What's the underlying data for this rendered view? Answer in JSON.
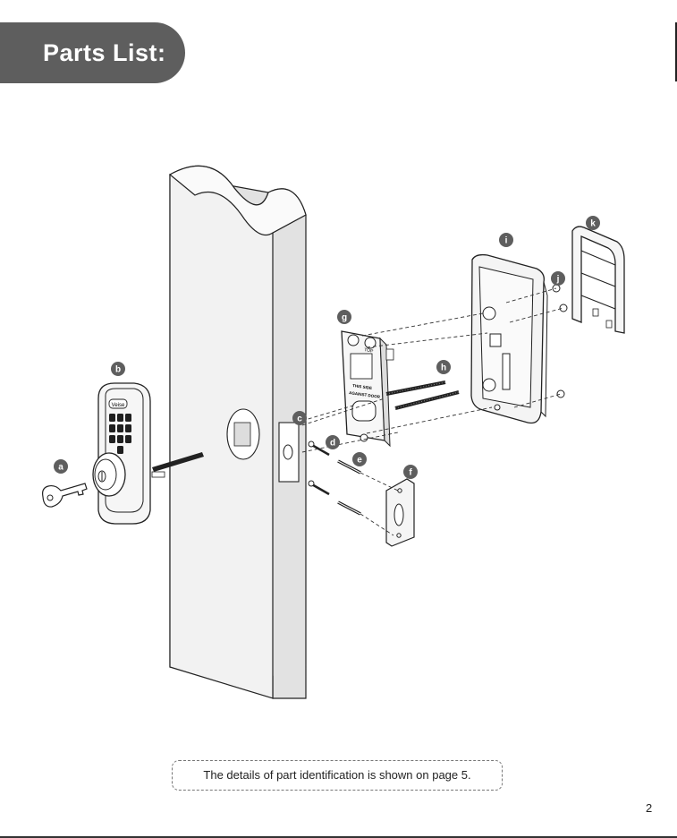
{
  "header": {
    "title": "Parts List:"
  },
  "parts": [
    {
      "id": "a",
      "label": "a"
    },
    {
      "id": "b",
      "label": "b"
    },
    {
      "id": "c",
      "label": "c"
    },
    {
      "id": "d",
      "label": "d"
    },
    {
      "id": "e",
      "label": "e"
    },
    {
      "id": "f",
      "label": "f"
    },
    {
      "id": "g",
      "label": "g"
    },
    {
      "id": "h",
      "label": "h"
    },
    {
      "id": "i",
      "label": "i"
    },
    {
      "id": "j",
      "label": "j"
    },
    {
      "id": "k",
      "label": "k"
    }
  ],
  "plate_text": {
    "top": "TOP",
    "this_side": "THIS SIDE",
    "against_door": "AGAINST DOOR"
  },
  "keypad_badge": "Veise",
  "caption": "The details of part identification is shown on page 5.",
  "page_number": "2",
  "colors": {
    "header_bg": "#5e5e5e",
    "label_bg": "#5e5e5e",
    "door": "#f2f2f2",
    "door_side": "#e2e2e2"
  }
}
